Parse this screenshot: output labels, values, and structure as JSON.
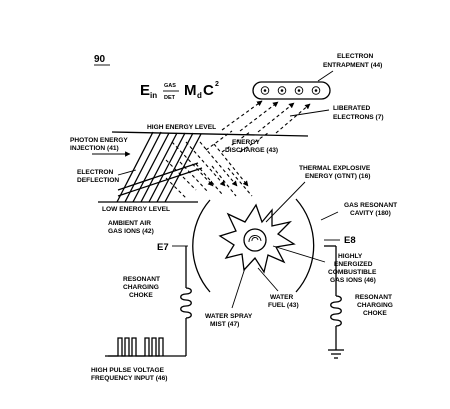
{
  "figure_number": "90",
  "equation": {
    "e": "E",
    "e_sub": "in",
    "frac_top": "GAS",
    "frac_bottom": "DET",
    "m": "M",
    "m_sub": "d",
    "c": "C",
    "c_sup": "2"
  },
  "labels": {
    "electron_entrapment_1": "ELECTRON",
    "electron_entrapment_2": "ENTRAPMENT (44)",
    "liberated_1": "LIBERATED",
    "liberated_2": "ELECTRONS (7)",
    "high_energy_level": "HIGH ENERGY LEVEL",
    "photon_1": "PHOTON ENERGY",
    "photon_2": "INJECTION (41)",
    "energy_discharge_1": "ENERGY",
    "energy_discharge_2": "DISCHARGE (43)",
    "thermal_1": "THERMAL EXPLOSIVE",
    "thermal_2": "ENERGY (GTNT) (16)",
    "electron_deflection_1": "ELECTRON",
    "electron_deflection_2": "DEFLECTION",
    "low_energy_level": "LOW ENERGY LEVEL",
    "ambient_1": "AMBIENT AIR",
    "ambient_2": "GAS IONS (42)",
    "cavity_1": "GAS RESONANT",
    "cavity_2": "CAVITY (180)",
    "e7": "E7",
    "e8": "E8",
    "highly_1": "HIGHLY",
    "highly_2": "ENERGIZED",
    "highly_3": "COMBUSTIBLE",
    "highly_4": "GAS IONS (46)",
    "choke_left_1": "RESONANT",
    "choke_left_2": "CHARGING",
    "choke_left_3": "CHOKE",
    "choke_right_1": "RESONANT",
    "choke_right_2": "CHARGING",
    "choke_right_3": "CHOKE",
    "water_fuel_1": "WATER",
    "water_fuel_2": "FUEL (43)",
    "water_spray_1": "WATER SPRAY",
    "water_spray_2": "MIST (47)",
    "pulse_1": "HIGH PULSE VOLTAGE",
    "pulse_2": "FREQUENCY INPUT (46)"
  }
}
